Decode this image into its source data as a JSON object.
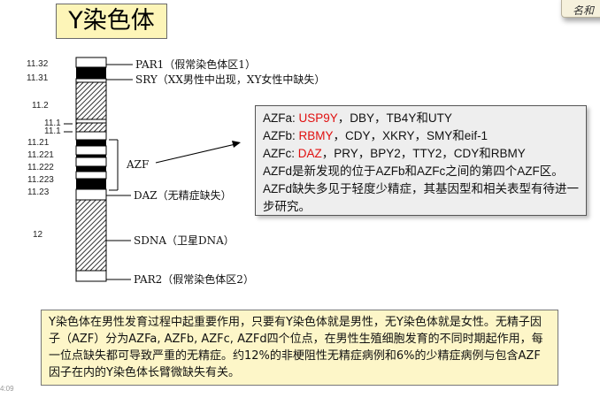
{
  "title": "Y染色体",
  "corner_tab": "名和",
  "bands": [
    {
      "label": "11.32"
    },
    {
      "label": "11.31"
    },
    {
      "label": "11.2"
    },
    {
      "label": "11.1"
    },
    {
      "label": "11.1"
    },
    {
      "label": "11.21"
    },
    {
      "label": "11.221"
    },
    {
      "label": "11.222"
    },
    {
      "label": "11.223"
    },
    {
      "label": "11.23"
    },
    {
      "label": "12"
    }
  ],
  "annotations": {
    "par1": "PAR1（假常染色体区1）",
    "sry": "SRY（XX男性中出现，XY女性中缺失）",
    "azf": "AZF",
    "daz": "DAZ（无精症缺失）",
    "sdna": "SDNA（卫星DNA）",
    "par2": "PAR2（假常染色体区2）"
  },
  "azf_box": {
    "line1_prefix": "AZFa: ",
    "line1_red": "USP9Y",
    "line1_rest": "，DBY，TB4Y和UTY",
    "line2_prefix": "AZFb: ",
    "line2_red": "RBMY",
    "line2_rest": "，CDY，XKRY，SMY和eif-1",
    "line3_prefix": "AZFc: ",
    "line3_red": "DAZ",
    "line3_rest": "，PRY，BPY2，TTY2，CDY和RBMY",
    "paragraph": "AZFd是新发现的位于AZFb和AZFc之间的第四个AZF区。AZFd缺失多见于轻度少精症，其基因型和相关表型有待进一步研究。",
    "red_color": "#e01010"
  },
  "note": "Y染色体在男性发育过程中起重要作用，只要有Y染色体就是男性，无Y染色体就是女性。无精子因子（AZF）分为AZFa, AZFb, AZFc, AZFd四个位点，在男性生殖细胞发育的不同时期起作用，每一位点缺失都可导致严重的无精症。约12%的非梗阻性无精症病例和6%的少精症病例与包含AZF因子在内的Y染色体长臂微缺失有关。",
  "page_number": "4:09"
}
